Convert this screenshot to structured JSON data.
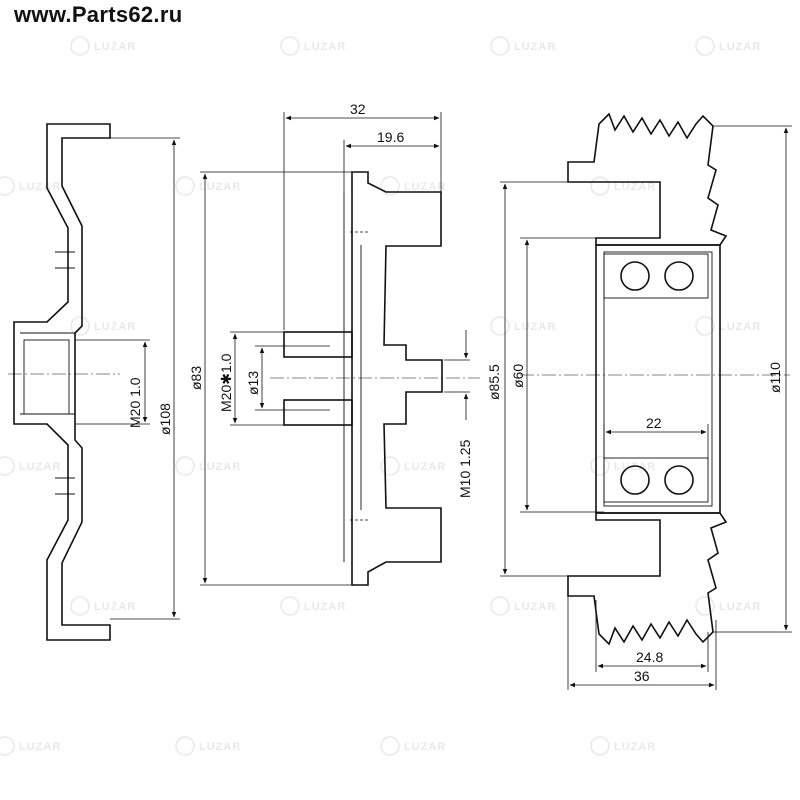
{
  "site": {
    "url": "www.Parts62.ru"
  },
  "watermark": {
    "brand": "LUZAR"
  },
  "dimensions": {
    "left_view": {
      "thread": "M20  1.0",
      "outer_diameter": "ø108"
    },
    "middle_view": {
      "overall_width": "32",
      "flange_width": "19.6",
      "diameter": "ø83",
      "hub_thread": "M20✱1.0",
      "bore": "ø13",
      "shaft_thread": "M10  1.25"
    },
    "right_view": {
      "groove_diameter": "ø85.5",
      "bearing_diameter": "ø60",
      "bearing_width": "22",
      "outer_diameter": "ø110",
      "belt_width": "24.8",
      "overall_width": "36"
    }
  }
}
